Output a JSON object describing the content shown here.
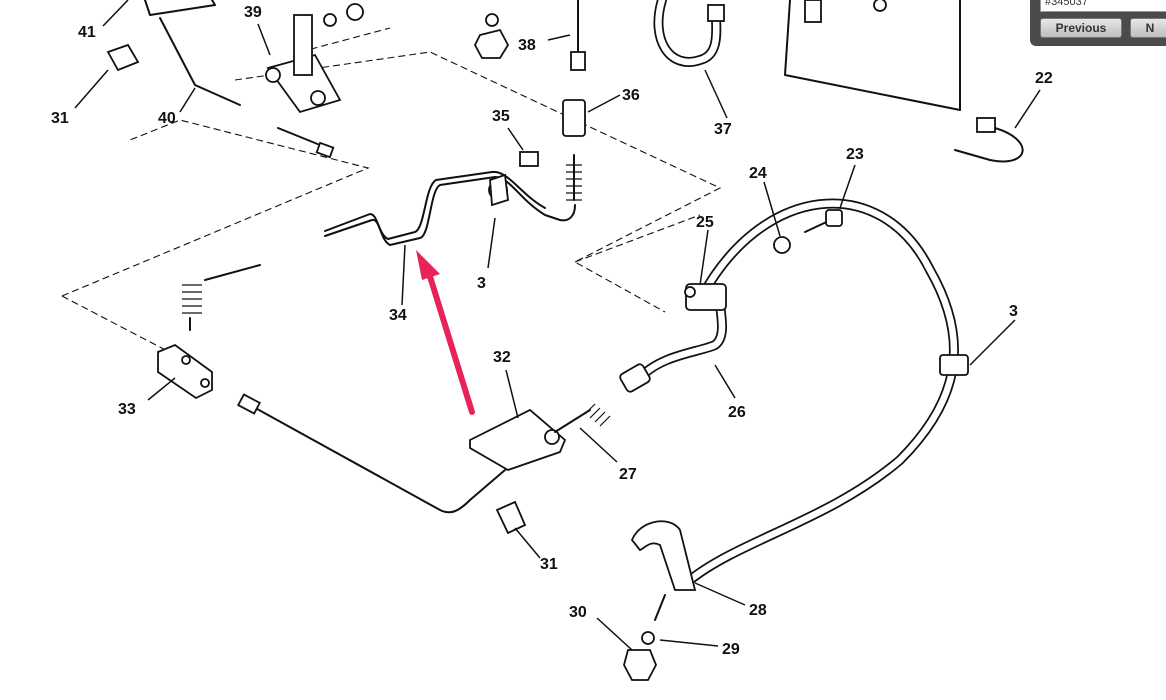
{
  "diagram": {
    "callouts": [
      "41",
      "39",
      "38",
      "36",
      "37",
      "22",
      "31",
      "40",
      "35",
      "24",
      "23",
      "25",
      "3",
      "34",
      "3",
      "33",
      "32",
      "26",
      "27",
      "31",
      "28",
      "30",
      "29"
    ]
  },
  "nav": {
    "field_text": "#345037",
    "previous_label": "Previous",
    "next_label": "N"
  },
  "colors": {
    "arrow": "#e8235a",
    "nav_panel": "#4b4b4b"
  }
}
